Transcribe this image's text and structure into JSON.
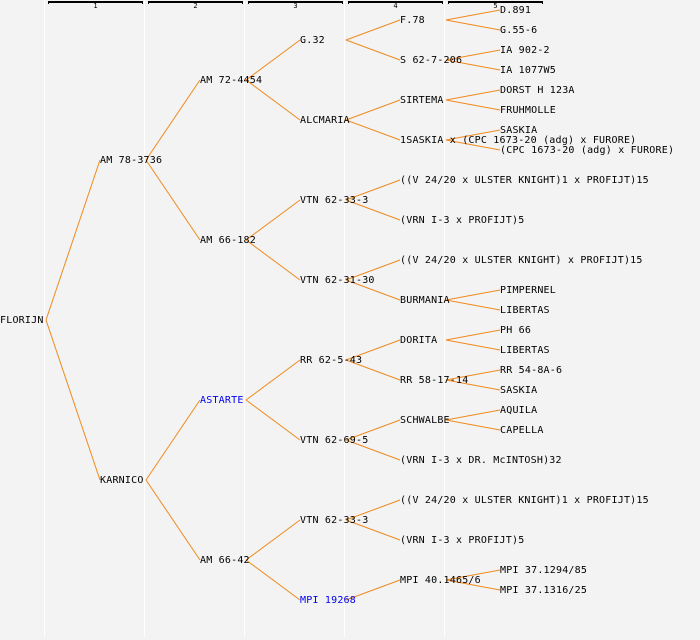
{
  "generations": [
    "1",
    "2",
    "3",
    "4",
    "5"
  ],
  "colors": {
    "line": "#f08a1c",
    "text": "#000000",
    "link": "#0000ee",
    "background": "#f3f3f3",
    "separator": "#ffffff"
  },
  "tree": {
    "label": "FLORIJN",
    "children": [
      {
        "label": "AM 78-3736",
        "children": [
          {
            "label": "AM 72-4454",
            "children": [
              {
                "label": "G.32",
                "children": [
                  {
                    "label": "F.78",
                    "children": [
                      {
                        "label": "D.891"
                      },
                      {
                        "label": "G.55-6"
                      }
                    ]
                  },
                  {
                    "label": "S 62-7-206",
                    "children": [
                      {
                        "label": "IA 902-2"
                      },
                      {
                        "label": "IA 1077W5"
                      }
                    ]
                  }
                ]
              },
              {
                "label": "ALCMARIA",
                "children": [
                  {
                    "label": "SIRTEMA",
                    "children": [
                      {
                        "label": "DORST H 123A"
                      },
                      {
                        "label": "FRUHMOLLE"
                      }
                    ]
                  },
                  {
                    "label": "1SASKIA x (CPC 1673-20 (adg) x FURORE)",
                    "children": [
                      {
                        "label": "SASKIA"
                      },
                      {
                        "label": "(CPC 1673-20 (adg) x FURORE)"
                      }
                    ]
                  }
                ]
              }
            ]
          },
          {
            "label": "AM 66-182",
            "children": [
              {
                "label": "VTN 62-33-3",
                "children": [
                  {
                    "label": "((V 24/20 x ULSTER KNIGHT)1 x PROFIJT)15"
                  },
                  {
                    "label": "(VRN I-3 x PROFIJT)5"
                  }
                ]
              },
              {
                "label": "VTN 62-31-30",
                "children": [
                  {
                    "label": "((V 24/20 x ULSTER KNIGHT) x PROFIJT)15"
                  },
                  {
                    "label": "BURMANIA",
                    "children": [
                      {
                        "label": "PIMPERNEL"
                      },
                      {
                        "label": "LIBERTAS"
                      }
                    ]
                  }
                ]
              }
            ]
          }
        ]
      },
      {
        "label": "KARNICO",
        "children": [
          {
            "label": "ASTARTE",
            "link": true,
            "children": [
              {
                "label": "RR 62-5-43",
                "children": [
                  {
                    "label": "DORITA",
                    "children": [
                      {
                        "label": "PH 66"
                      },
                      {
                        "label": "LIBERTAS"
                      }
                    ]
                  },
                  {
                    "label": "RR 58-17-14",
                    "children": [
                      {
                        "label": "RR 54-8A-6"
                      },
                      {
                        "label": "SASKIA"
                      }
                    ]
                  }
                ]
              },
              {
                "label": "VTN 62-69-5",
                "children": [
                  {
                    "label": "SCHWALBE",
                    "children": [
                      {
                        "label": "AQUILA"
                      },
                      {
                        "label": "CAPELLA"
                      }
                    ]
                  },
                  {
                    "label": "(VRN I-3 x DR. McINTOSH)32"
                  }
                ]
              }
            ]
          },
          {
            "label": "AM 66-42",
            "children": [
              {
                "label": "VTN 62-33-3",
                "children": [
                  {
                    "label": "((V 24/20 x ULSTER KNIGHT)1 x PROFIJT)15"
                  },
                  {
                    "label": "(VRN I-3 x PROFIJT)5"
                  }
                ]
              },
              {
                "label": "MPI 19268",
                "link": true,
                "children": [
                  {
                    "label": "MPI 40.1465/6",
                    "children": [
                      {
                        "label": "MPI 37.1294/85"
                      },
                      {
                        "label": "MPI 37.1316/25"
                      }
                    ]
                  }
                ]
              }
            ]
          }
        ]
      }
    ]
  }
}
